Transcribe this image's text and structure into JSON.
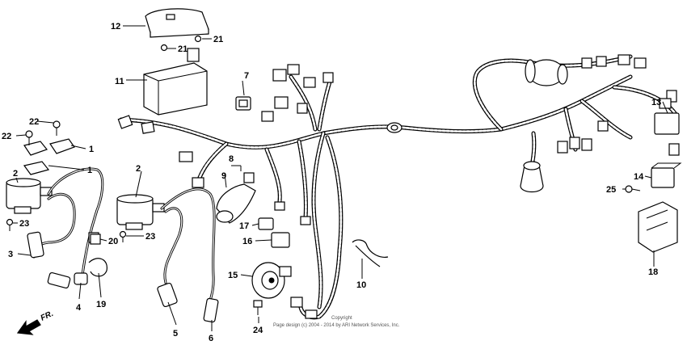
{
  "callouts": [
    {
      "id": "c1a",
      "text": "1"
    },
    {
      "id": "c1b",
      "text": "1"
    },
    {
      "id": "c2a",
      "text": "2"
    },
    {
      "id": "c2b",
      "text": "2"
    },
    {
      "id": "c3",
      "text": "3"
    },
    {
      "id": "c4",
      "text": "4"
    },
    {
      "id": "c5",
      "text": "5"
    },
    {
      "id": "c6",
      "text": "6"
    },
    {
      "id": "c7",
      "text": "7"
    },
    {
      "id": "c8",
      "text": "8"
    },
    {
      "id": "c9",
      "text": "9"
    },
    {
      "id": "c10",
      "text": "10"
    },
    {
      "id": "c11",
      "text": "11"
    },
    {
      "id": "c12",
      "text": "12"
    },
    {
      "id": "c13",
      "text": "13"
    },
    {
      "id": "c14",
      "text": "14"
    },
    {
      "id": "c15",
      "text": "15"
    },
    {
      "id": "c16",
      "text": "16"
    },
    {
      "id": "c17",
      "text": "17"
    },
    {
      "id": "c18",
      "text": "18"
    },
    {
      "id": "c19",
      "text": "19"
    },
    {
      "id": "c20",
      "text": "20"
    },
    {
      "id": "c21a",
      "text": "21"
    },
    {
      "id": "c21b",
      "text": "21"
    },
    {
      "id": "c22a",
      "text": "22"
    },
    {
      "id": "c22b",
      "text": "22"
    },
    {
      "id": "c23a",
      "text": "23"
    },
    {
      "id": "c23b",
      "text": "23"
    },
    {
      "id": "c24",
      "text": "24"
    },
    {
      "id": "c25",
      "text": "25"
    }
  ],
  "direction_label": "FR.",
  "copyright": {
    "line1": "Copyright",
    "line2": "Page design (c) 2004 - 2014 by ARI Network Services, Inc."
  }
}
